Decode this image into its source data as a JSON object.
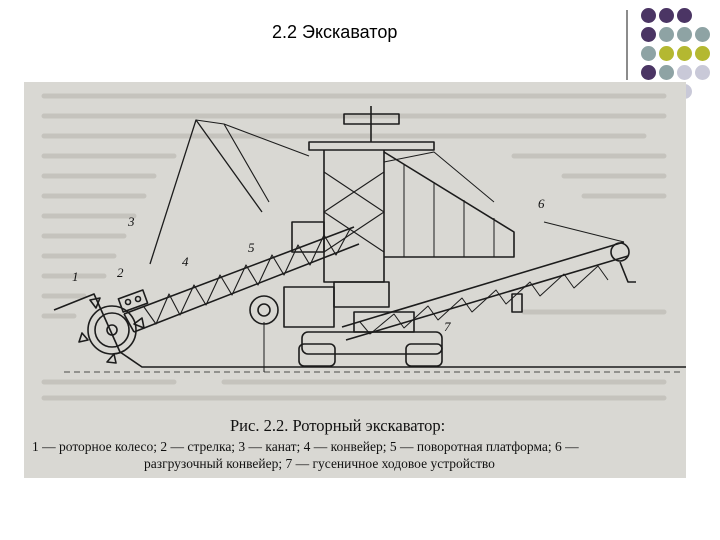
{
  "slide": {
    "title": "2.2 Экскаватор"
  },
  "palette": {
    "purple": "#4b3564",
    "gray": "#8ea3a4",
    "olive": "#b4b831",
    "light": "#c9c9d8"
  },
  "figure": {
    "caption_title": "Рис. 2.2. Роторный экскаватор:",
    "caption_line1": "1 — роторное колесо; 2 — стрелка; 3 — канат; 4 — конвейер; 5 — поворотная платформа; 6 —",
    "caption_line2": "разгрузочный конвейер; 7 — гусеничное ходовое устройство",
    "labels": [
      "1",
      "2",
      "3",
      "4",
      "5",
      "6",
      "7"
    ]
  }
}
